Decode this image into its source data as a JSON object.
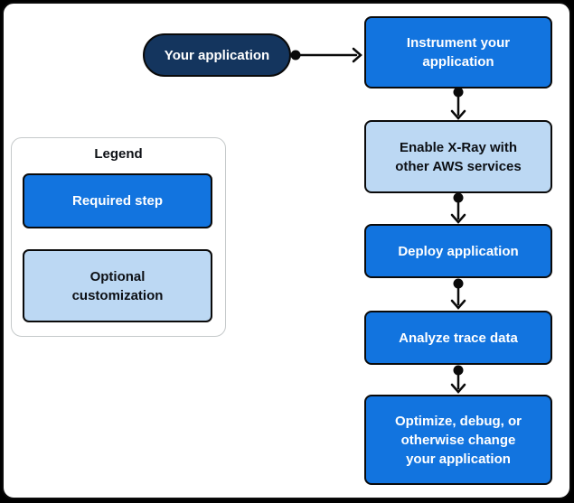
{
  "colors": {
    "blue": "#1274DF",
    "light_blue": "#BCD8F3",
    "navy": "#14355E",
    "ink": "#0D1015",
    "line": "#0A0A0A",
    "canvas_bg": "#FFFFFF",
    "outer_bg": "#000000",
    "legend_border": "#C5C9CA"
  },
  "diagram": {
    "source": {
      "label": "Your application",
      "type": "source"
    },
    "steps": [
      {
        "label": "Instrument your\napplication",
        "type": "required"
      },
      {
        "label": "Enable X-Ray with\nother AWS services",
        "type": "optional"
      },
      {
        "label": "Deploy application",
        "type": "required"
      },
      {
        "label": "Analyze trace data",
        "type": "required"
      },
      {
        "label": "Optimize, debug, or\notherwise change\nyour application",
        "type": "required"
      }
    ]
  },
  "legend": {
    "title": "Legend",
    "items": [
      {
        "label": "Required step",
        "type": "required"
      },
      {
        "label": "Optional\ncustomization",
        "type": "optional"
      }
    ]
  }
}
